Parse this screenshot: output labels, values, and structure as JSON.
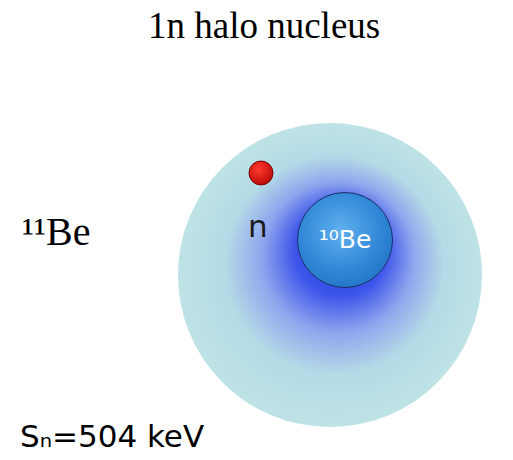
{
  "diagram": {
    "title": "1n halo nucleus",
    "nodes": [
      {
        "text": [
          "n"
        ]
      },
      {
        "text": [
          "¹⁰Be"
        ],
        "in": 0
      }
    ],
    "labels": [
      "¹¹Be",
      "Sₙ=504 keV"
    ]
  }
}
